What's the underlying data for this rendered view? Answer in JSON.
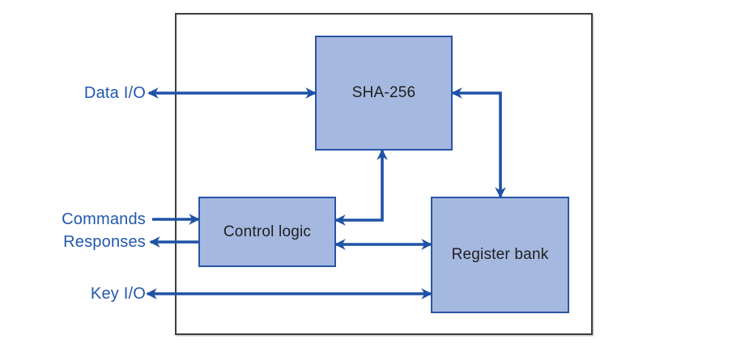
{
  "colors": {
    "arrow_blue": "#1f52a6",
    "label_blue": "#2257b0",
    "node_fill": "#a5b8e0",
    "node_border": "#2a55a7",
    "node_text": "#1f1f1f",
    "outer_border": "#3d3d3d",
    "background": "#ffffff"
  },
  "diagram": {
    "nodes": {
      "sha256": {
        "label": "SHA-256"
      },
      "control_logic": {
        "label": "Control logic"
      },
      "register_bank": {
        "label": "Register bank"
      }
    },
    "external_labels": {
      "data_io": "Data I/O",
      "commands": "Commands",
      "responses": "Responses",
      "key_io": "Key I/O"
    },
    "connections": [
      {
        "from": "Data I/O",
        "to": "SHA-256",
        "direction": "bidirectional"
      },
      {
        "from": "Commands",
        "to": "Control logic",
        "direction": "in"
      },
      {
        "from": "Control logic",
        "to": "Responses",
        "direction": "out"
      },
      {
        "from": "Key I/O",
        "to": "Register bank",
        "direction": "bidirectional"
      },
      {
        "from": "Control logic",
        "to": "SHA-256",
        "direction": "bidirectional"
      },
      {
        "from": "SHA-256",
        "to": "Register bank",
        "direction": "bidirectional"
      },
      {
        "from": "Control logic",
        "to": "Register bank",
        "direction": "bidirectional"
      }
    ]
  }
}
